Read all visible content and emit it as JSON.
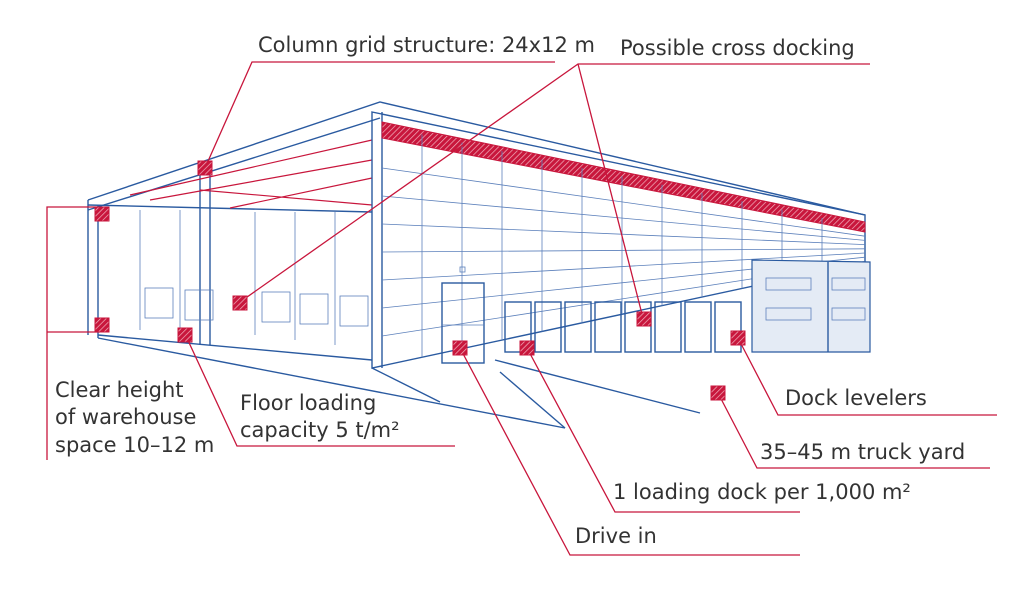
{
  "labels": {
    "column_grid": "Column grid structure: 24x12 m",
    "cross_docking": "Possible cross docking",
    "clear_height": [
      "Clear height",
      "of warehouse",
      "space 10–12 m"
    ],
    "floor_loading": [
      "Floor loading",
      "capacity 5 t/m²"
    ],
    "dock_levelers": "Dock levelers",
    "truck_yard": "35–45 m truck yard",
    "loading_dock": "1 loading dock per 1,000 m²",
    "drive_in": "Drive in"
  },
  "colors": {
    "accent": "#c8163c",
    "line": "#2a5aa0"
  }
}
